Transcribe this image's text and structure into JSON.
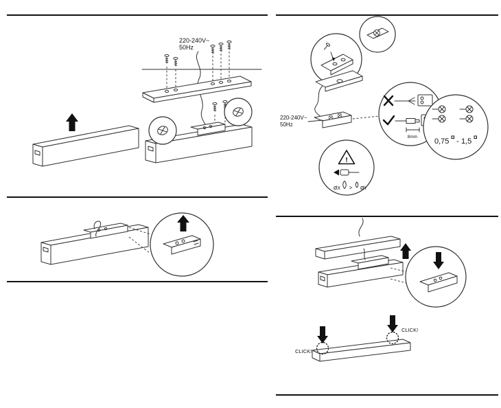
{
  "theme": {
    "bg_color": "#ffffff",
    "line_color": "#2e2e2e",
    "ink_color": "#111111"
  },
  "panel_mounting": {
    "voltage": "220-240V~",
    "frequency": "50Hz"
  },
  "panel_wiring": {
    "voltage": "220-240V~",
    "frequency": "50Hz",
    "strip_length": "8mm",
    "gauge_min": "0,75",
    "gauge_separator": "-",
    "gauge_max": "1,5",
    "warning_mark": "!",
    "diameter_x": "ØX",
    "comparator": ">",
    "diameter_y": "ØY"
  },
  "panel_final": {
    "click_left": "CLICK!",
    "click_right": "CLICK!"
  },
  "icons": [
    "up-arrow",
    "down-arrow",
    "left-arrow",
    "screw",
    "phillips-screw-head",
    "check-mark",
    "cross-mark",
    "warning-triangle",
    "click-starburst",
    "power-cable",
    "wire-profile"
  ]
}
